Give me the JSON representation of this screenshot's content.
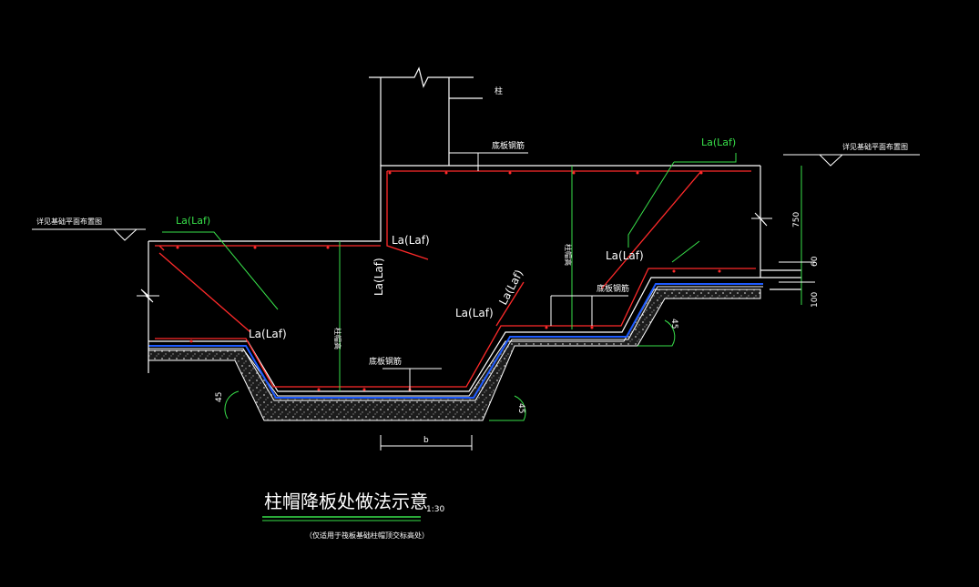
{
  "colors": {
    "background": "#000000",
    "line": "#ffffff",
    "rebar": "#ff2a2a",
    "annotation": "#38e04a",
    "membrane": "#1e5bff",
    "concrete_fill": "#2a2a2a"
  },
  "labels": {
    "column": "柱",
    "bottom_rebar_top": "底板钢筋",
    "bottom_rebar_right": "底板钢筋",
    "bottom_rebar_bottom": "底板钢筋",
    "see_plan_left": "详见基础平面布置图",
    "see_plan_right": "详见基础平面布置图",
    "column_cap_height_left": "柱帽高",
    "column_cap_height_right": "柱帽高",
    "anchor_la_left_top": "La(Laf)",
    "anchor_la_left_bottom": "La(Laf)",
    "anchor_la_center_top": "La(Laf)",
    "anchor_la_vertical": "La(Laf)",
    "anchor_la_center_low": "La(Laf)",
    "anchor_la_slanted": "La(Laf)",
    "anchor_la_right_top": "La(Laf)",
    "anchor_la_right_low": "La(Laf)",
    "dim_750": "750",
    "dim_60": "60",
    "dim_100": "100",
    "dim_b": "b",
    "angle_left": "45",
    "angle_center": "45",
    "angle_right": "45"
  },
  "title": {
    "main": "柱帽降板处做法示意",
    "scale": "1:30",
    "note": "（仅适用于筏板基础柱帽顶交标高处）"
  }
}
